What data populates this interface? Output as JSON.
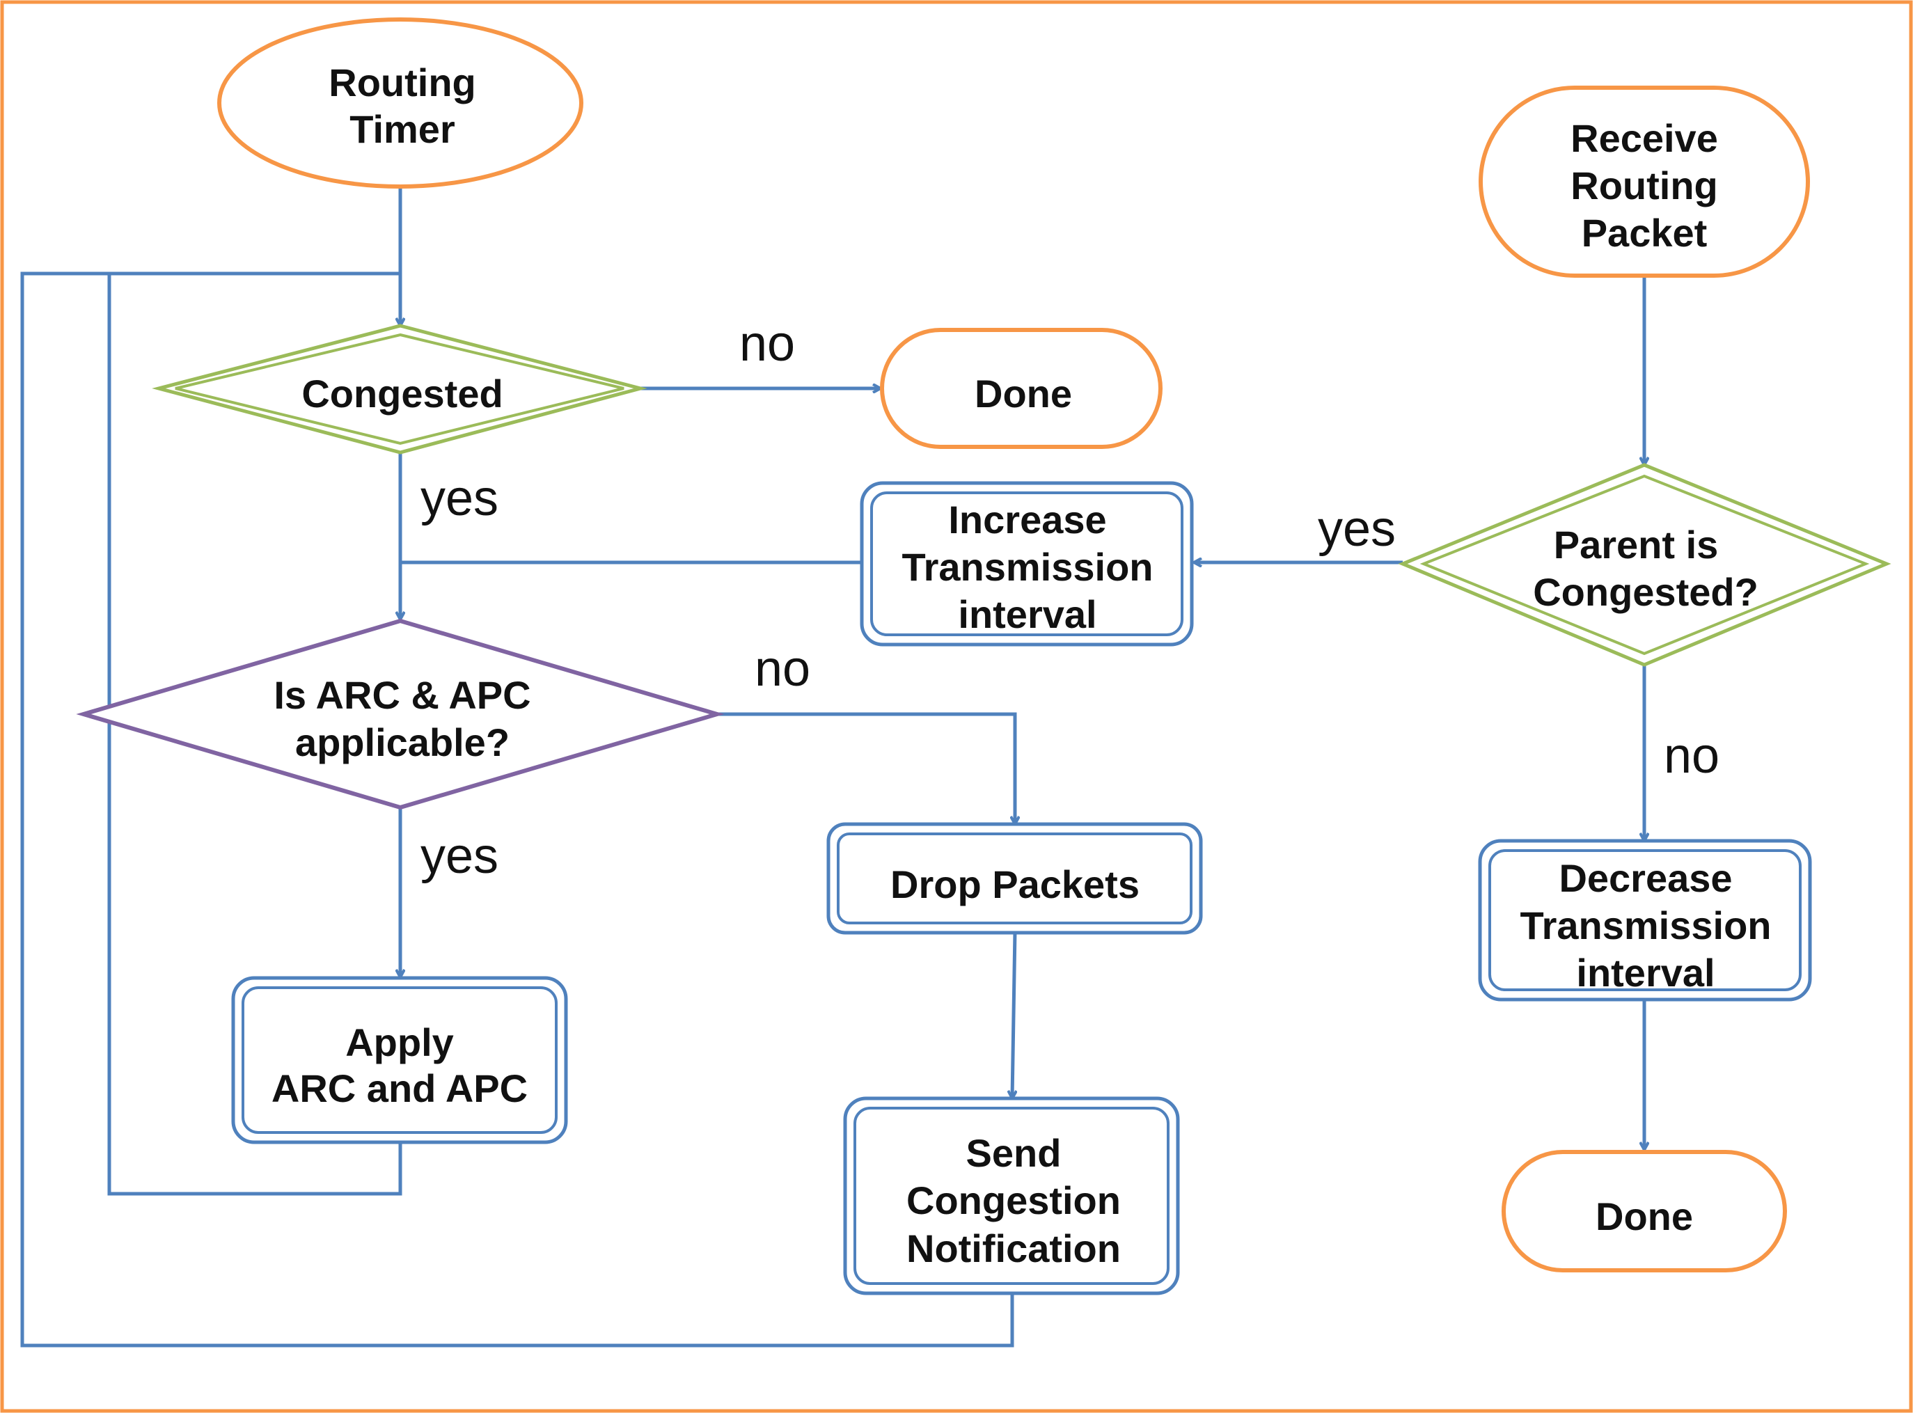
{
  "colors": {
    "border": "#f79646",
    "terminal": "#f79646",
    "process": "#4f81bd",
    "decision_congestion": "#9bbb59",
    "decision_arc": "#8064a2",
    "edge": "#4f81bd",
    "text": "#111111"
  },
  "nodes": {
    "routing_timer": [
      "Routing",
      "Timer"
    ],
    "congested": [
      "Congested"
    ],
    "done_left": [
      "Done"
    ],
    "is_arc_apc": [
      "Is ARC & APC",
      "applicable?"
    ],
    "apply_arc_apc": [
      "Apply",
      "ARC and APC"
    ],
    "drop_packets": [
      "Drop Packets"
    ],
    "send_notification": [
      "Send",
      "Congestion",
      "Notification"
    ],
    "increase_interval": [
      "Increase",
      "Transmission",
      "interval"
    ],
    "receive_routing": [
      "Receive",
      "Routing",
      "Packet"
    ],
    "parent_congested": [
      "Parent is",
      "Congested?"
    ],
    "decrease_interval": [
      "Decrease",
      "Transmission",
      "interval"
    ],
    "done_right": [
      "Done"
    ]
  },
  "edge_labels": {
    "congested_no": "no",
    "congested_yes": "yes",
    "arc_no": "no",
    "arc_yes": "yes",
    "parent_yes": "yes",
    "parent_no": "no"
  }
}
